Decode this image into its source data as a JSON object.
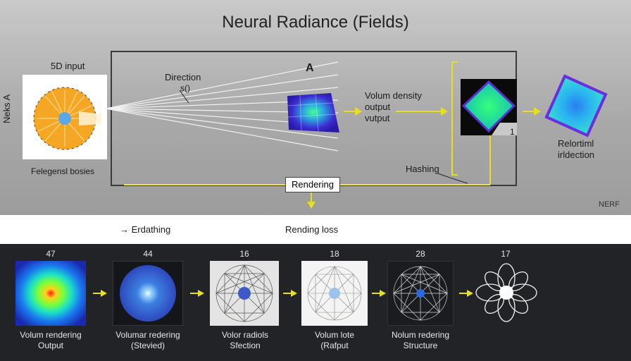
{
  "title": "Neural Radiance (Fields)",
  "left_axis_label": "Neks A",
  "input": {
    "label": "5D input",
    "caption": "Felegensl bosies"
  },
  "direction": {
    "label": "Direction",
    "symbol": "s()"
  },
  "top_marker": "A",
  "outputs": {
    "line1": "Volum density",
    "line2": "output",
    "line3": "vutput"
  },
  "hashing_label": "Hashing",
  "marker_one": "1",
  "result_caption": {
    "line1": "Relortiml",
    "line2": "irldection"
  },
  "rendering_label": "Rendering",
  "watermark": "NERF",
  "mid_labels": {
    "left": "→ Erdathing",
    "center": "Rending loss"
  },
  "steps": [
    {
      "number": "47",
      "line1": "Volum rendering",
      "line2": "Output"
    },
    {
      "number": "44",
      "line1": "Volumar redering",
      "line2": "(Stevied)"
    },
    {
      "number": "16",
      "line1": "Volor radiols",
      "line2": "Sfection"
    },
    {
      "number": "18",
      "line1": "Volum lote",
      "line2": "(Rafput"
    },
    {
      "number": "28",
      "line1": "Nolum redering",
      "line2": "Structure"
    },
    {
      "number": "17",
      "line1": "",
      "line2": ""
    }
  ],
  "colors": {
    "arrow": "#e8df1e",
    "line": "#f0e63a",
    "bottom_bg": "#222327"
  }
}
